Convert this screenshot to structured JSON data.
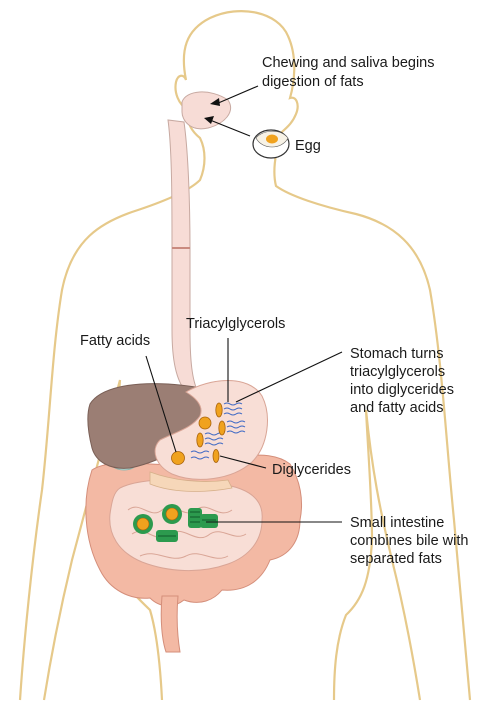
{
  "labels": {
    "chewing_line1": "Chewing and saliva begins",
    "chewing_line2": "digestion of fats",
    "egg": "Egg",
    "triacylglycerols": "Triacylglycerols",
    "fatty_acids": "Fatty acids",
    "stomach_line1": "Stomach turns",
    "stomach_line2": "triacylglycerols",
    "stomach_line3": "into diglycerides",
    "stomach_line4": "and fatty acids",
    "diglycerides": "Diglycerides",
    "intestine_line1": "Small intestine",
    "intestine_line2": "combines bile with",
    "intestine_line3": "separated fats"
  },
  "colors": {
    "body_outline": "#e6c98a",
    "esophagus": "#f7dcd6",
    "liver": "#9b7e74",
    "stomach": "#f8ded6",
    "intestine": "#f3b9a4",
    "fat_molecule": "#f0a21e",
    "bile": "#2c9a4e",
    "wavy_chain": "#3a66c4",
    "leader_line": "#111111"
  }
}
